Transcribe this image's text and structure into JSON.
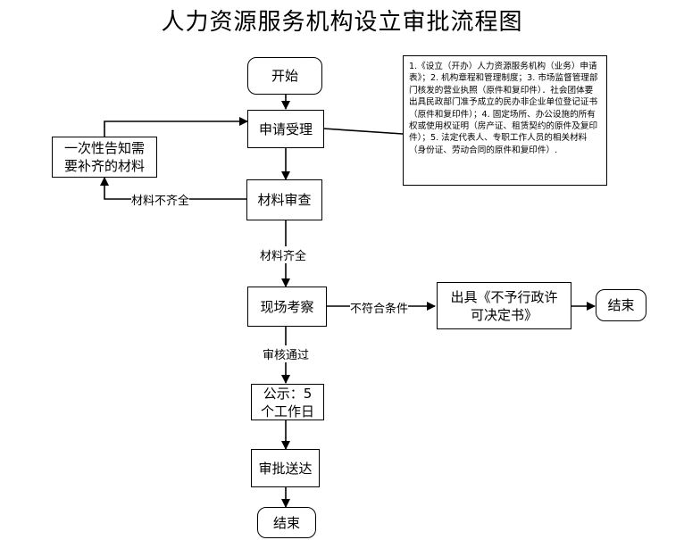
{
  "title": "人力资源服务机构设立审批流程图",
  "nodes": {
    "start": "开始",
    "apply": "申请受理",
    "review": "材料审查",
    "inspect": "现场考察",
    "publicity": "公示：5个工作日",
    "approve": "审批送达",
    "end_main": "结束",
    "reject": "出具《不予行政许可决定书》",
    "end_reject": "结束",
    "supplement": "一次性告知需要补齐的材料"
  },
  "edge_labels": {
    "incomplete": "材料不齐全",
    "complete": "材料齐全",
    "not_qualified": "不符合条件",
    "passed": "审核通过"
  },
  "note": "1.《设立（开办）人力资源服务机构（业务）申请表》；2. 机构章程和管理制度；3. 市场监督管理部门核发的营业执照（原件和复印件）．社会团体要出具民政部门准予成立的民办非企业单位登记证书（原件和复印件）；4. 固定场所、办公设施的所有权或使用权证明（房产证、租赁契约的原件及复印件）；5. 法定代表人、专职工作人员的相关材料（身份证、劳动合同的原件和复印件）."
}
